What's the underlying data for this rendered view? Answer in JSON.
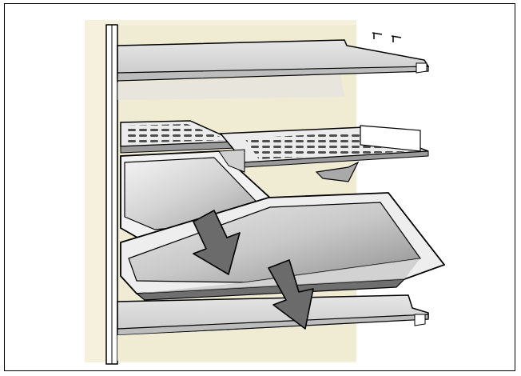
{
  "figure": {
    "kind": "technical-illustration",
    "subject": "cabinet-with-shelves-and-steam-trays",
    "arrow_count": 2,
    "colors": {
      "frame": "#000000",
      "cabinet_back": "#f6f1dc",
      "shelf_glass": "#d9d9d9",
      "tray_metal": "#c8c8c8",
      "arrow": "#6b6b6b",
      "outline": "#000000"
    }
  }
}
